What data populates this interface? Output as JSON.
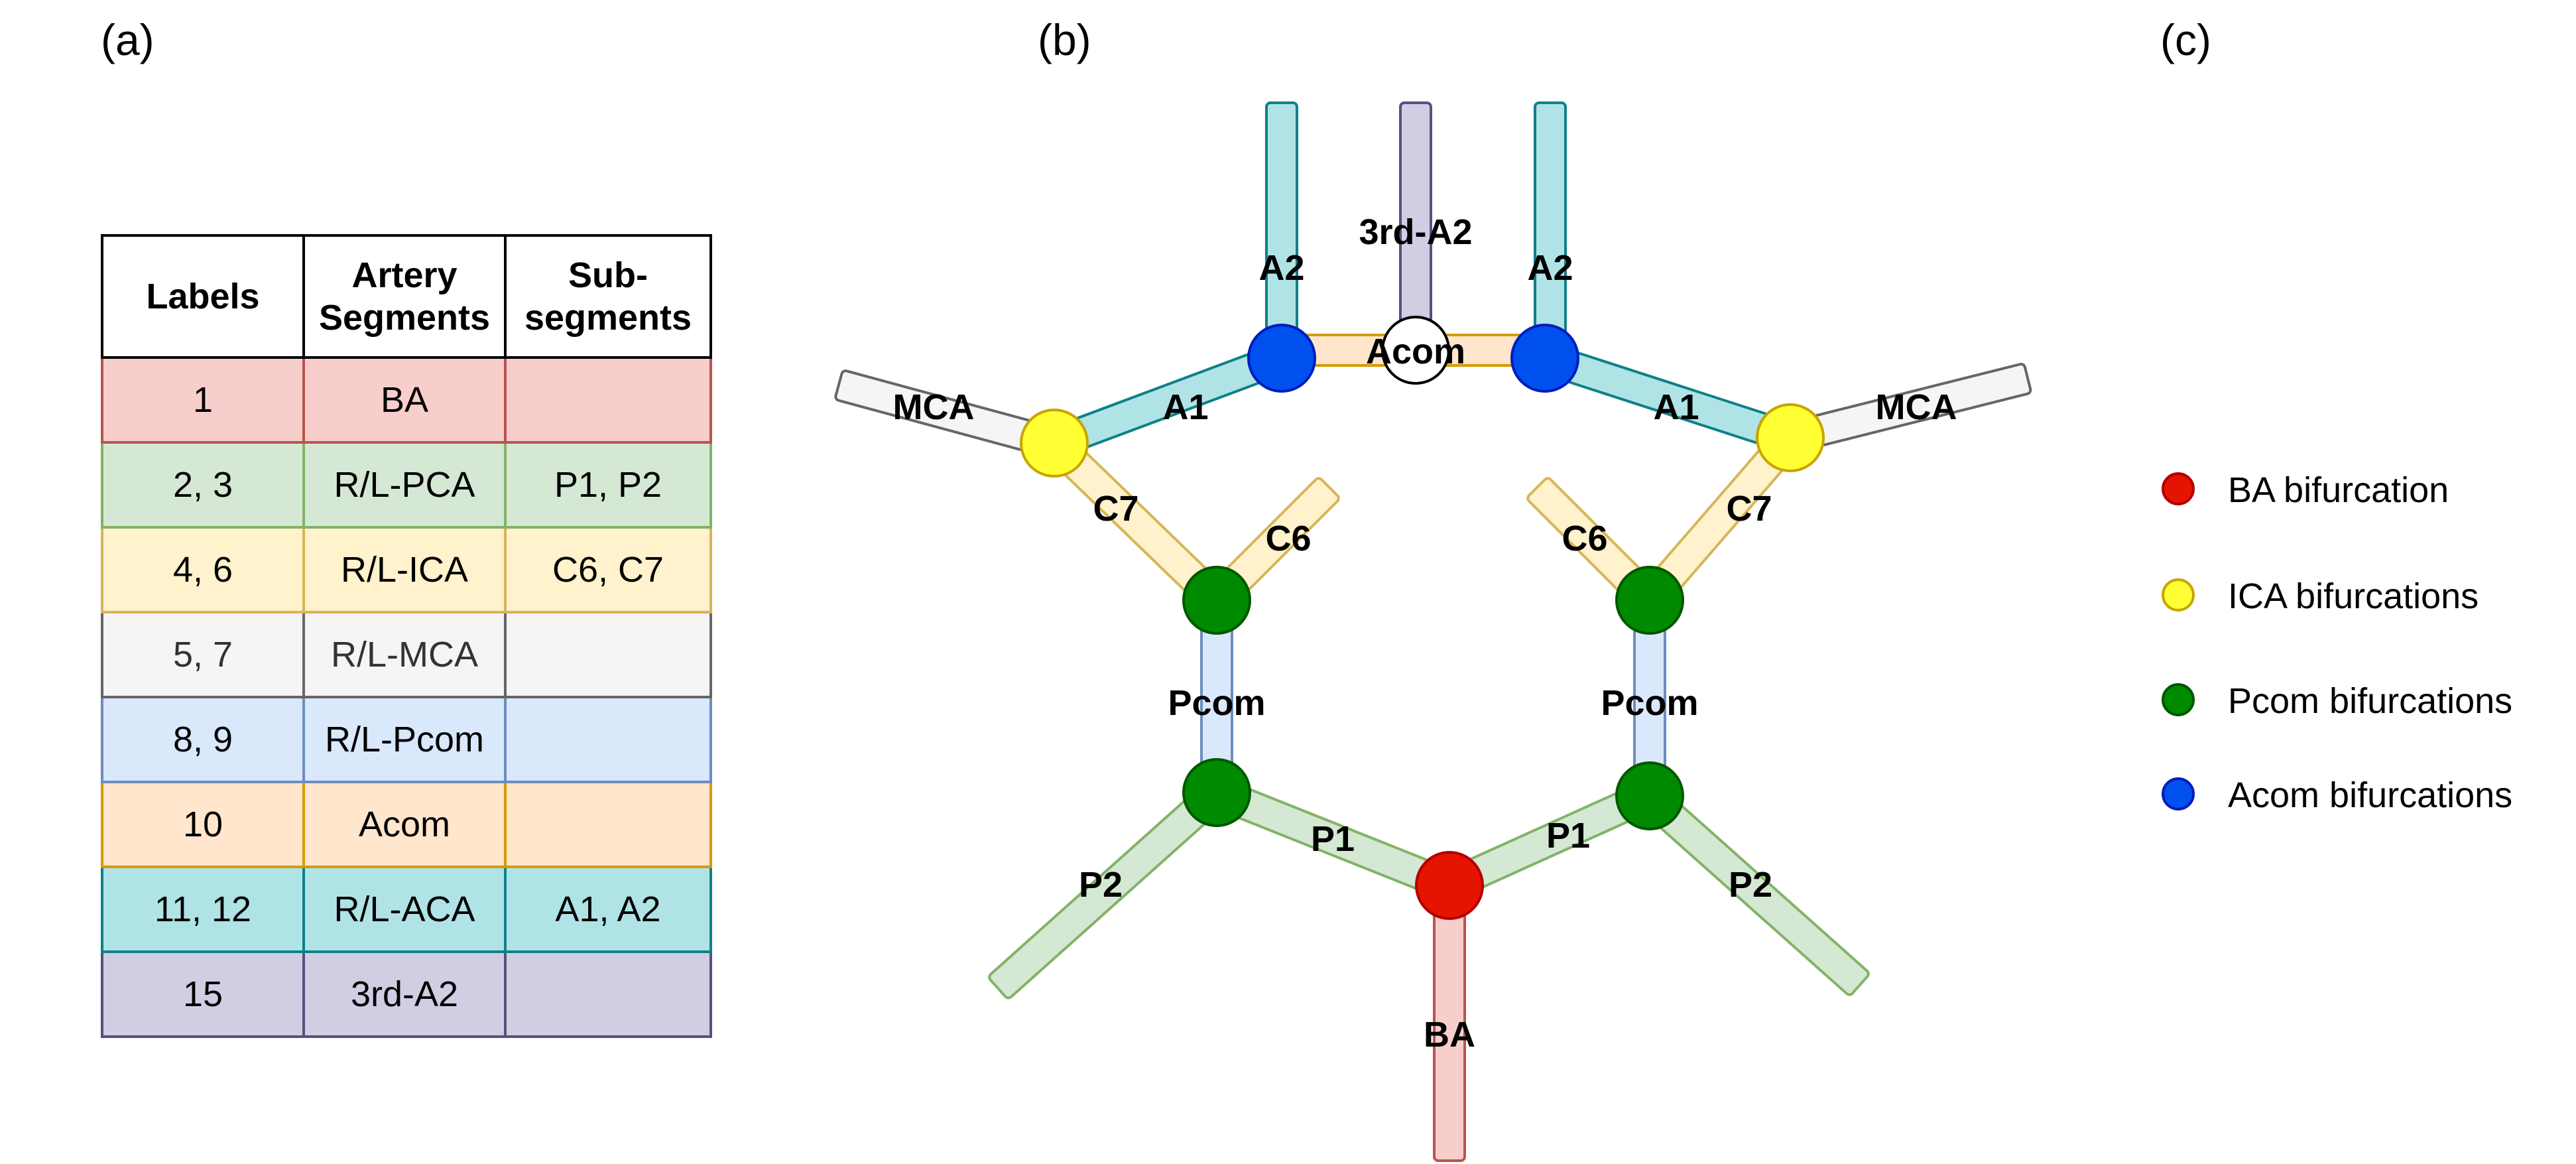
{
  "panels": {
    "a": "(a)",
    "b": "(b)",
    "c": "(c)"
  },
  "table": {
    "headers": [
      "Labels",
      "Artery\nSegments",
      "Sub-\nsegments"
    ],
    "rows": [
      {
        "labels": "1",
        "segment": "BA",
        "sub": "",
        "fill": "#f8cecc",
        "stroke": "#b85450"
      },
      {
        "labels": "2, 3",
        "segment": "R/L-PCA",
        "sub": "P1, P2",
        "fill": "#d5e8d4",
        "stroke": "#82b366"
      },
      {
        "labels": "4, 6",
        "segment": "R/L-ICA",
        "sub": "C6, C7",
        "fill": "#fff2cc",
        "stroke": "#d6b656"
      },
      {
        "labels": "5, 7",
        "segment": "R/L-MCA",
        "sub": "",
        "fill": "#f5f5f5",
        "stroke": "#666666",
        "text_color": "#333333"
      },
      {
        "labels": "8, 9",
        "segment": "R/L-Pcom",
        "sub": "",
        "fill": "#dae8fc",
        "stroke": "#6c8ebf"
      },
      {
        "labels": "10",
        "segment": "Acom",
        "sub": "",
        "fill": "#ffe6cc",
        "stroke": "#d79b00"
      },
      {
        "labels": "11, 12",
        "segment": "R/L-ACA",
        "sub": "A1, A2",
        "fill": "#b0e3e6",
        "stroke": "#0e8088"
      },
      {
        "labels": "15",
        "segment": "3rd-A2",
        "sub": "",
        "fill": "#d0cee2",
        "stroke": "#56517e"
      }
    ]
  },
  "diagram": {
    "segment_labels": {
      "a2_left": "A2",
      "a2_right": "A2",
      "third_a2": "3rd-A2",
      "acom": "Acom",
      "mca_left": "MCA",
      "mca_right": "MCA",
      "a1_left": "A1",
      "a1_right": "A1",
      "c7_left": "C7",
      "c7_right": "C7",
      "c6_left": "C6",
      "c6_right": "C6",
      "pcom_left": "Pcom",
      "pcom_right": "Pcom",
      "p1_left": "P1",
      "p1_right": "P1",
      "p2_left": "P2",
      "p2_right": "P2",
      "ba": "BA"
    },
    "colors": {
      "ba_bifurcation": "#e51400",
      "ica_bifurcation": "#ffff33",
      "pcom_bifurcation": "#008a00",
      "acom_bifurcation": "#0050ef"
    }
  },
  "legend": [
    {
      "label": "BA bifurcation",
      "fill": "#e51400",
      "stroke": "#b20000"
    },
    {
      "label": "ICA bifurcations",
      "fill": "#ffff33",
      "stroke": "#c8a400"
    },
    {
      "label": "Pcom bifurcations",
      "fill": "#008a00",
      "stroke": "#005700"
    },
    {
      "label": "Acom bifurcations",
      "fill": "#0050ef",
      "stroke": "#001dbc"
    }
  ]
}
